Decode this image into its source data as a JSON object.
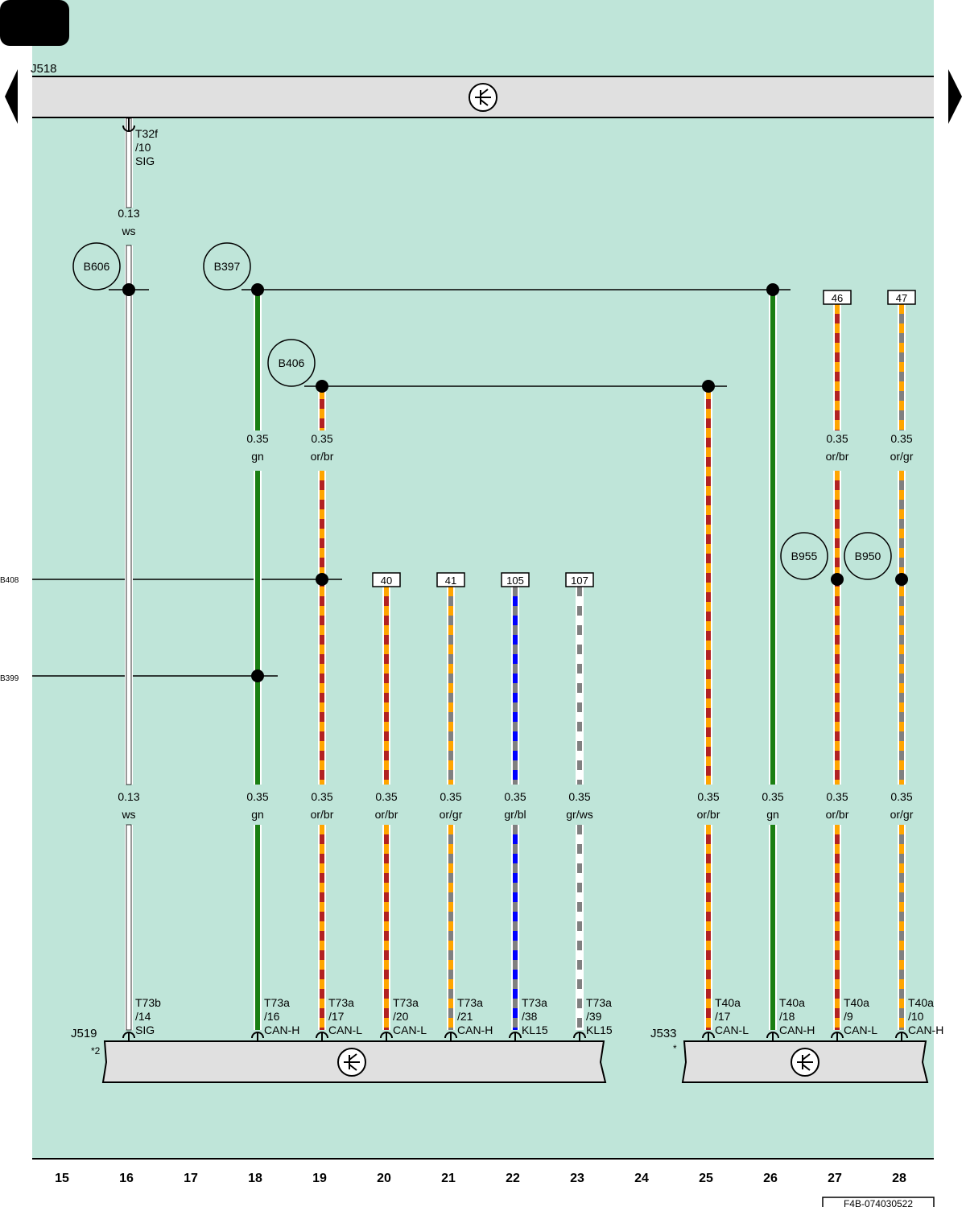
{
  "colors": {
    "background": "#bfe5d9",
    "component": "#e0e0e0",
    "ws": "#ffffff",
    "gn": "#1a7f12",
    "or": "#ffa500",
    "br": "#b22222",
    "gr": "#808080",
    "bl": "#0000ff"
  },
  "top_component": {
    "name": "J518",
    "icon": "transistor-symbol-icon"
  },
  "bottom_components": [
    {
      "name": "J519",
      "note": "*2",
      "icon": "transistor-symbol-icon"
    },
    {
      "name": "J533",
      "note": "*",
      "icon": "transistor-symbol-icon"
    }
  ],
  "ground_labels": [
    "B606",
    "B397",
    "B406",
    "B955",
    "B950"
  ],
  "side_labels": [
    "B408",
    "B399"
  ],
  "terminal_boxes": [
    "46",
    "47",
    "40",
    "41",
    "105",
    "107"
  ],
  "wire_specs": [
    {
      "size": "0.13",
      "color": "ws"
    },
    {
      "size": "0.35",
      "color": "gn"
    },
    {
      "size": "0.35",
      "color": "or/br"
    },
    {
      "size": "0.35",
      "color": "or/gr"
    },
    {
      "size": "0.35",
      "color": "gr/bl"
    },
    {
      "size": "0.35",
      "color": "gr/ws"
    }
  ],
  "wires": [
    {
      "column": "16",
      "top_spec": "0.13 ws",
      "bottom_spec": "0.13 ws",
      "top_pin": [
        "T32f",
        "/10",
        "SIG"
      ],
      "bottom_pin": [
        "T73b",
        "/14",
        "SIG"
      ]
    },
    {
      "column": "18",
      "top_spec": "0.35 gn",
      "bottom_spec": "0.35 gn",
      "bottom_pin": [
        "T73a",
        "/16",
        "CAN-H"
      ]
    },
    {
      "column": "19",
      "top_spec": "0.35 or/br",
      "bottom_spec": "0.35 or/br",
      "bottom_pin": [
        "T73a",
        "/17",
        "CAN-L"
      ]
    },
    {
      "column": "20",
      "terminal": "40",
      "bottom_spec": "0.35 or/br",
      "bottom_pin": [
        "T73a",
        "/20",
        "CAN-L"
      ]
    },
    {
      "column": "21",
      "terminal": "41",
      "bottom_spec": "0.35 or/gr",
      "bottom_pin": [
        "T73a",
        "/21",
        "CAN-H"
      ]
    },
    {
      "column": "22",
      "terminal": "105",
      "bottom_spec": "0.35 gr/bl",
      "bottom_pin": [
        "T73a",
        "/38",
        "KL15"
      ]
    },
    {
      "column": "23",
      "terminal": "107",
      "bottom_spec": "0.35 gr/ws",
      "bottom_pin": [
        "T73a",
        "/39",
        "KL15"
      ]
    },
    {
      "column": "25",
      "bottom_spec": "0.35 or/br",
      "bottom_pin": [
        "T40a",
        "/17",
        "CAN-L"
      ]
    },
    {
      "column": "26",
      "bottom_spec": "0.35 gn",
      "bottom_pin": [
        "T40a",
        "/18",
        "CAN-H"
      ]
    },
    {
      "column": "27",
      "terminal": "46",
      "top_spec": "0.35 or/br",
      "bottom_spec": "0.35 or/br",
      "bottom_pin": [
        "T40a",
        "/9",
        "CAN-L"
      ]
    },
    {
      "column": "28",
      "terminal": "47",
      "top_spec": "0.35 or/gr",
      "bottom_spec": "0.35 or/gr",
      "bottom_pin": [
        "T40a",
        "/10",
        "CAN-H"
      ]
    }
  ],
  "column_numbers": [
    "15",
    "16",
    "17",
    "18",
    "19",
    "20",
    "21",
    "22",
    "23",
    "24",
    "25",
    "26",
    "27",
    "28"
  ],
  "footer_code": "F4B-074030522"
}
